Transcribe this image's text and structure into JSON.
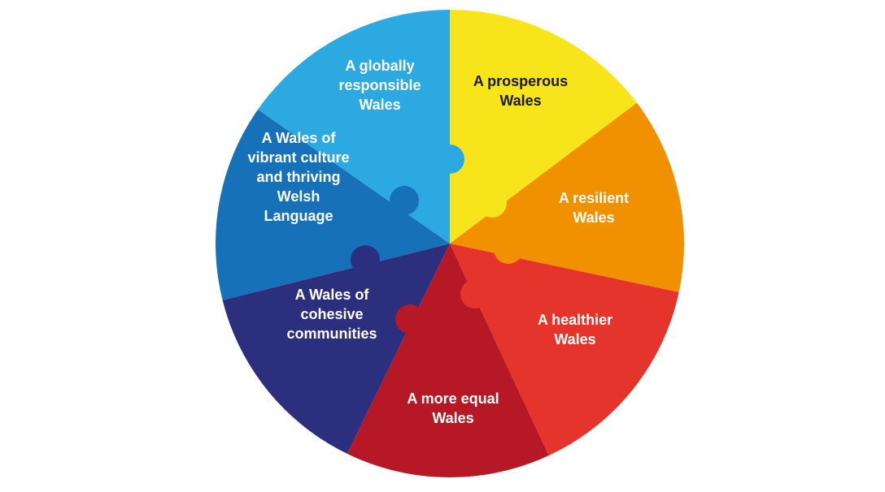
{
  "diagram": {
    "goals": [
      {
        "key": "prosperous",
        "lines": [
          "A prosperous",
          "Wales"
        ],
        "color": "#F7E41A",
        "text_color": "#1A1A1A"
      },
      {
        "key": "resilient",
        "lines": [
          "A resilient",
          "Wales"
        ],
        "color": "#F29100",
        "text_color": "#FFFFFF"
      },
      {
        "key": "healthier",
        "lines": [
          "A healthier",
          "Wales"
        ],
        "color": "#E4342B",
        "text_color": "#FFFFFF"
      },
      {
        "key": "more-equal",
        "lines": [
          "A more equal",
          "Wales"
        ],
        "color": "#B61825",
        "text_color": "#FFFFFF"
      },
      {
        "key": "cohesive-communities",
        "lines": [
          "A Wales of",
          "cohesive",
          "communities"
        ],
        "color": "#2C2F7E",
        "text_color": "#FFFFFF"
      },
      {
        "key": "vibrant-culture",
        "lines": [
          "A Wales of",
          "vibrant culture",
          "and thriving",
          "Welsh",
          "Language"
        ],
        "color": "#1671B8",
        "text_color": "#FFFFFF"
      },
      {
        "key": "globally-responsible",
        "lines": [
          "A globally",
          "responsible",
          "Wales"
        ],
        "color": "#2DA9E1",
        "text_color": "#FFFFFF"
      }
    ]
  }
}
